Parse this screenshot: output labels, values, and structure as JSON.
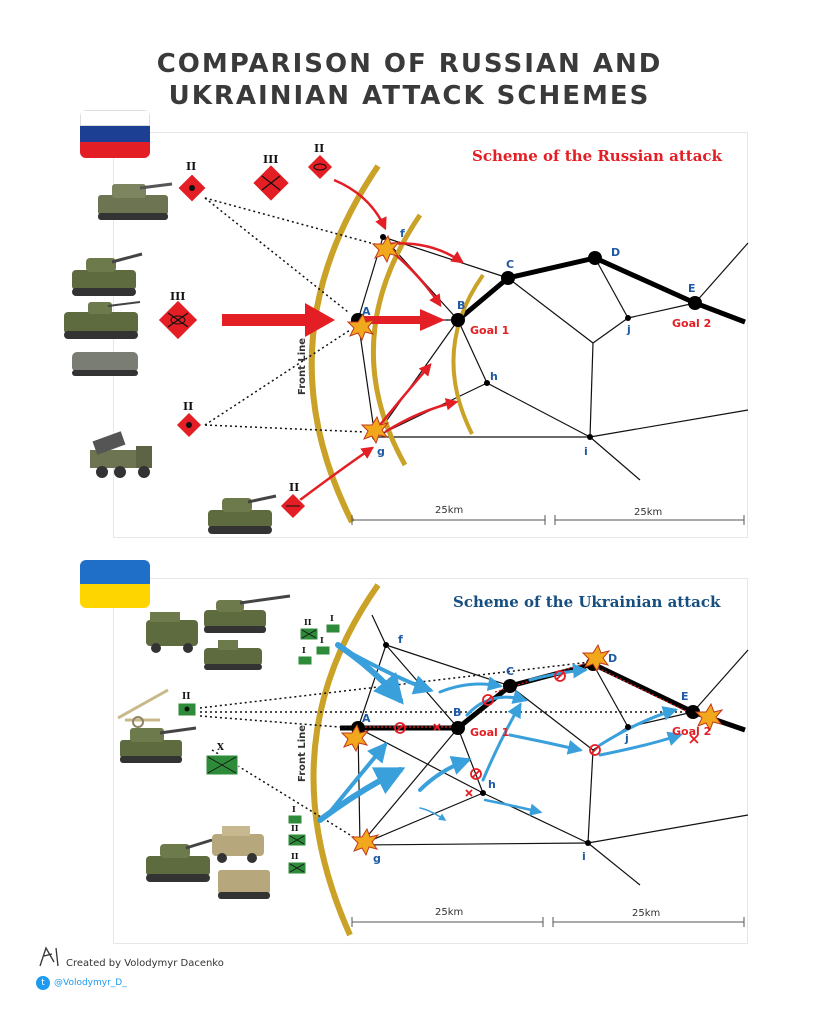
{
  "title": {
    "line1": "COMPARISON OF RUSSIAN AND",
    "line2": "UKRAINIAN ATTACK SCHEMES"
  },
  "colors": {
    "russian_red": "#e31e24",
    "ukrainian_blue": "#3aa0dc",
    "front_line_gold": "#c9a227",
    "unit_green": "#2e8b3a",
    "node_blue": "#1f5aa6",
    "heading_blue": "#164e80",
    "flag_ru_white": "#ffffff",
    "flag_ru_blue": "#1c3f94",
    "flag_ru_red": "#e31e24",
    "flag_ua_blue": "#1f6fc8",
    "flag_ua_yellow": "#ffd500"
  },
  "russian": {
    "heading": "Scheme of the Russian attack",
    "front_line": "Front Line",
    "goal1": "Goal 1",
    "goal2": "Goal 2",
    "distance1": "25km",
    "distance2": "25km",
    "nodes": [
      "A",
      "B",
      "C",
      "D",
      "E",
      "f",
      "g",
      "h",
      "i",
      "j"
    ],
    "unit_sizes": [
      "II",
      "III",
      "II",
      "III",
      "II",
      "II"
    ]
  },
  "ukrainian": {
    "heading": "Scheme of the Ukrainian attack",
    "front_line": "Front Line",
    "goal1": "Goal 1",
    "goal2": "Goal 2",
    "distance1": "25km",
    "distance2": "25km",
    "nodes": [
      "A",
      "B",
      "C",
      "D",
      "E",
      "f",
      "g",
      "h",
      "i",
      "j"
    ],
    "unit_sizes": [
      "II",
      "I",
      "I",
      "I",
      "II",
      "X",
      "I",
      "II",
      "II"
    ]
  },
  "credit": {
    "author": "Created by Volodymyr Dacenko",
    "twitter": "@Volodymyr_D_"
  },
  "icons": [
    "russia-flag-icon",
    "ukraine-flag-icon",
    "explosion-icon",
    "strike-x-icon",
    "twitter-icon",
    "tank-icon",
    "artillery-icon",
    "mlrs-icon",
    "ifv-icon",
    "howitzer-icon",
    "humvee-icon"
  ]
}
